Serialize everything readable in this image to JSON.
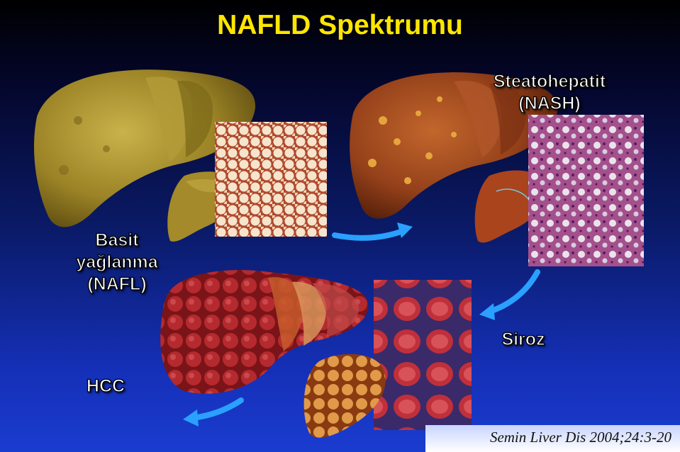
{
  "title": "NAFLD Spektrumu",
  "stages": {
    "nafl": {
      "line1": "Basit",
      "line2": "yağlanma",
      "line3": "(NAFL)"
    },
    "nash": {
      "line1": "Steatohepatit",
      "line2": "(NASH)"
    },
    "cirrhosis": {
      "label": "Siroz"
    },
    "hcc": {
      "label": "HCC"
    }
  },
  "citation": "Semin Liver Dis 2004;24:3-20",
  "colors": {
    "title": "#ffe600",
    "arrow": "#2aa0ff",
    "label": "#ffffff"
  }
}
